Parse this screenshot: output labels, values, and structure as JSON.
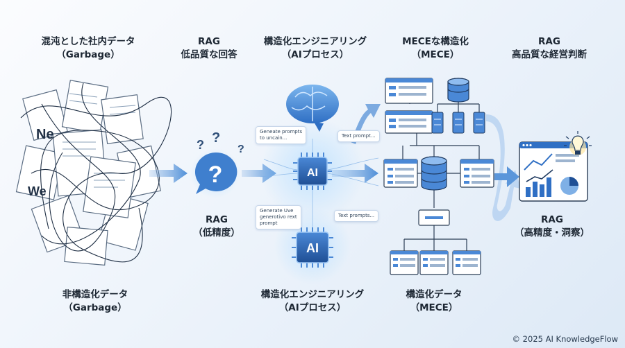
{
  "stages": {
    "s1_top": {
      "line1": "混沌とした社内データ",
      "line2": "（Garbage）"
    },
    "s2_top": {
      "line1": "RAG",
      "line2": "低品質な回答"
    },
    "s3_top": {
      "line1": "構造化エンジニアリング",
      "line2": "（AIプロセス）"
    },
    "s4_top": {
      "line1": "MECEな構造化",
      "line2": "（MECE）"
    },
    "s5_top": {
      "line1": "RAG",
      "line2": "高品質な経営判断"
    },
    "s1_bottom": {
      "line1": "非構造化データ",
      "line2": "（Garbage）"
    },
    "s2_bottom": {
      "line1": "RAG",
      "line2": "（低精度）"
    },
    "s3_bottom": {
      "line1": "構造化エンジニアリング",
      "line2": "（AIプロセス）"
    },
    "s4_bottom": {
      "line1": "構造化データ",
      "line2": "（MECE）"
    },
    "s5_bottom": {
      "line1": "RAG",
      "line2": "（高精度・洞察）"
    }
  },
  "bubbles": {
    "chip1": "Geneate prompts\nto uncain...",
    "chip2": "Text prompt...",
    "chip3": "Generate Uve\ngenerotivo rext\nprompt",
    "chip4": "Text prompts..."
  },
  "chips": {
    "ai_top": "AI",
    "ai_bottom": "AI",
    "doc_ne": "Ne",
    "doc_we": "We"
  },
  "footer": {
    "copyright": "© 2025 AI KnowledgeFlow"
  },
  "colors": {
    "accent": "#2f6fc4",
    "soft_blue": "#7fb0e6",
    "dark_blue": "#1f4f95"
  }
}
